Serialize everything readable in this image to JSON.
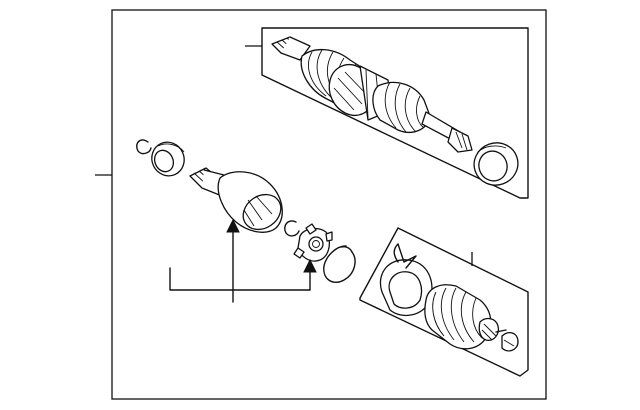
{
  "diagram": {
    "kind": "exploded-parts-diagram",
    "parts": [
      "upper-axle-assembly",
      "lower-boot-kit",
      "inner-cv-joint-housing",
      "tripod-joint",
      "snap-ring-small",
      "snap-ring-large",
      "dust-seal-left",
      "dust-seal-right"
    ]
  }
}
